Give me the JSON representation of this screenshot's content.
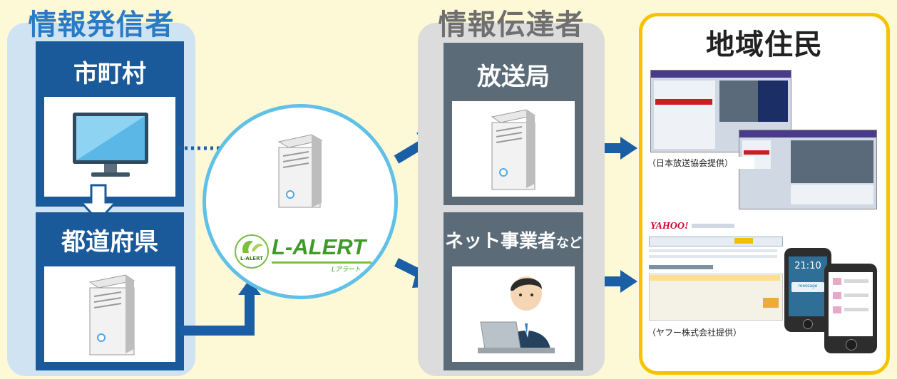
{
  "senders": {
    "heading": "情報発信者",
    "municipality": "市町村",
    "prefecture": "都道府県"
  },
  "lalert": {
    "logo_text": "L-ALERT",
    "logo_sub": "Lアラート",
    "badge_text": "L-ALERT"
  },
  "transmitters": {
    "heading": "情報伝達者",
    "broadcaster": "放送局",
    "net_operator": "ネット事業者",
    "net_operator_suffix": "など"
  },
  "residents": {
    "heading": "地域住民",
    "nhk_credit": "（日本放送協会提供）",
    "yahoo_credit": "（ヤフー株式会社提供）",
    "yahoo_logo": "YAHOO!",
    "phone_time": "21:10",
    "phone_message": "message"
  },
  "colors": {
    "sender_panel": "#cfe3f3",
    "sender_card": "#1a5a9b",
    "transmitter_panel": "#dcdcdc",
    "transmitter_card": "#5b6b78",
    "resident_border": "#f5c400",
    "arrow": "#1a5fa6",
    "circle_border": "#5fc0e8"
  }
}
